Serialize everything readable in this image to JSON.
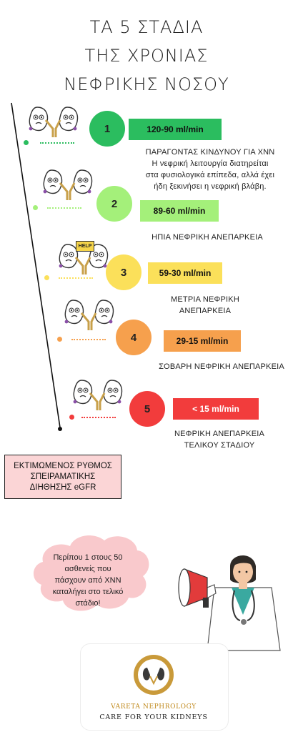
{
  "title": {
    "line1": "ΤΑ 5 ΣΤΑΔΙΑ",
    "line2": "ΤΗΣ ΧΡΟΝΙΑΣ",
    "line3": "ΝΕΦΡΙΚΗΣ ΝΟΣΟΥ"
  },
  "stages": [
    {
      "number": "1",
      "range": "120-90 ml/min",
      "color": "#2bbd5f",
      "circle_color": "#2bbd5f",
      "desc_lines": [
        "ΠΑΡΑΓΟΝΤΑΣ ΚΙΝΔΥΝΟΥ ΓΙΑ ΧΝΝ",
        "Η νεφρική λειτουργία διατηρείται",
        "στα φυσιολογικά επίπεδα, αλλά έχει",
        "ήδη ξεκινήσει η νεφρική βλάβη."
      ]
    },
    {
      "number": "2",
      "range": "89-60 ml/min",
      "color": "#a4f07a",
      "circle_color": "#a4f07a",
      "desc_lines": [
        "ΗΠΙΑ ΝΕΦΡΙΚΗ ΑΝΕΠΑΡΚΕΙΑ"
      ]
    },
    {
      "number": "3",
      "range": "59-30 ml/min",
      "color": "#fbe05a",
      "circle_color": "#fbe05a",
      "desc_lines": [
        "ΜΕΤΡΙΑ ΝΕΦΡΙΚΗ",
        "ΑΝΕΠΑΡΚΕΙΑ"
      ]
    },
    {
      "number": "4",
      "range": "29-15 ml/min",
      "color": "#f6a04d",
      "circle_color": "#f6a04d",
      "desc_lines": [
        "ΣΟΒΑΡΗ ΝΕΦΡΙΚΗ ΑΝΕΠΑΡΚΕΙΑ"
      ]
    },
    {
      "number": "5",
      "range": "< 15 ml/min",
      "color": "#f23c3c",
      "circle_color": "#f23c3c",
      "desc_lines": [
        "ΝΕΦΡΙΚΗ ΑΝΕΠΑΡΚΕΙΑ",
        "ΤΕΛΙΚΟΥ ΣΤΑΔΙΟΥ"
      ]
    }
  ],
  "kidney_sign": "HELP",
  "egfr_box": {
    "line1": "ΕΚΤΙΜΩΜΕΝΟΣ ΡΥΘΜΟΣ",
    "line2": "ΣΠΕΙΡΑΜΑΤΙΚΗΣ",
    "line3": "ΔΙΗΘΗΣΗΣ eGFR",
    "color": "#fbd5d6"
  },
  "callout": {
    "line1": "Περίπου 1  στους 50",
    "line2": "ασθενείς που",
    "line3": "πάσχουν από ΧΝΝ",
    "line4": "καταλήγει στο τελικό",
    "line5": "στάδιο!",
    "color": "#f9c9cc"
  },
  "logo": {
    "name": "VARETA NEPHROLOGY",
    "tagline": "CARE FOR YOUR KIDNEYS",
    "color": "#c08a1e"
  },
  "icons": [
    "kidney-icon",
    "megaphone-icon",
    "doctor-icon",
    "arrow-line-icon"
  ]
}
